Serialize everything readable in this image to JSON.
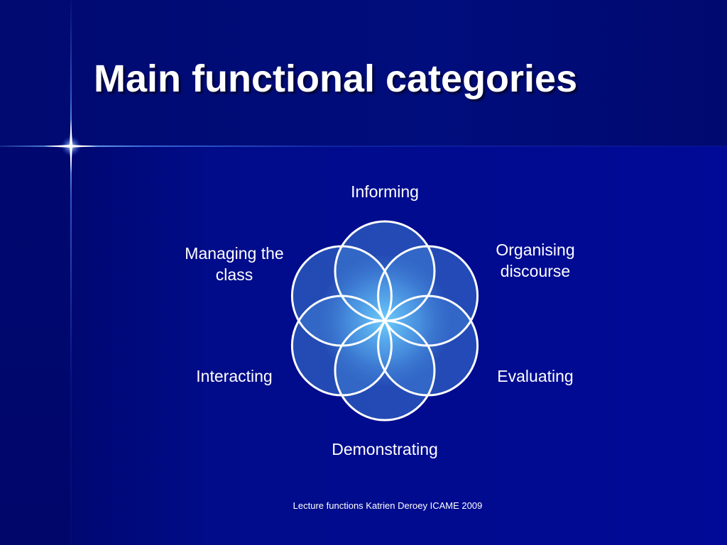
{
  "slide": {
    "title": "Main functional categories",
    "footer": "Lecture functions Katrien Deroey ICAME 2009"
  },
  "diagram": {
    "center_color": "#66ccff",
    "petal_color": "#3f7fd6",
    "outline_color": "#ffffff",
    "categories": [
      {
        "lines": [
          "Informing"
        ]
      },
      {
        "lines": [
          "Organising",
          "discourse"
        ]
      },
      {
        "lines": [
          "Evaluating"
        ]
      },
      {
        "lines": [
          "Demonstrating"
        ]
      },
      {
        "lines": [
          "Interacting"
        ]
      },
      {
        "lines": [
          "Managing the",
          "class"
        ]
      }
    ]
  }
}
